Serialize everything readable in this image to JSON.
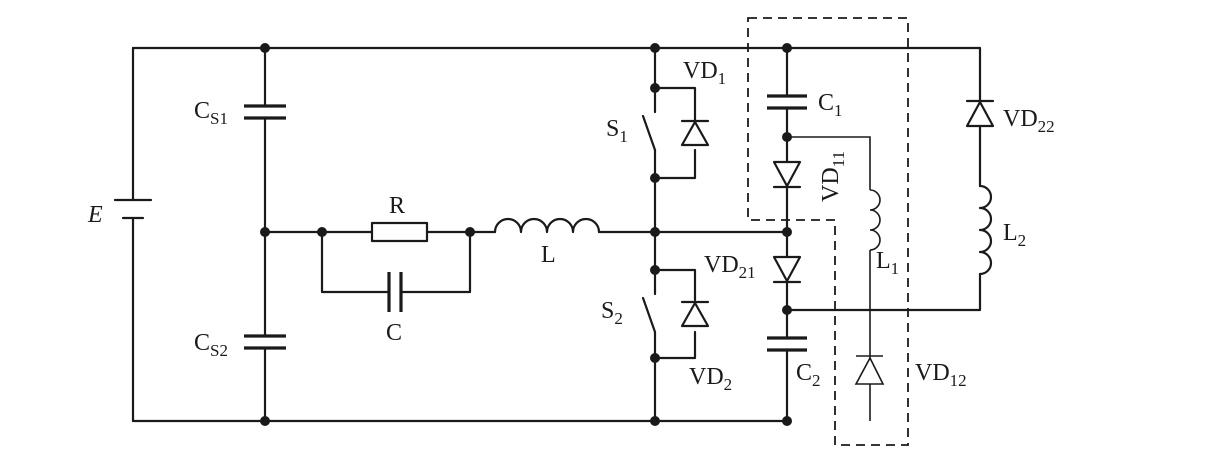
{
  "labels": {
    "source": "E",
    "cs1_main": "C",
    "cs1_sub": "S1",
    "cs2_main": "C",
    "cs2_sub": "S2",
    "r": "R",
    "l": "L",
    "c": "C",
    "s1_main": "S",
    "s1_sub": "1",
    "s2_main": "S",
    "s2_sub": "2",
    "vd1_main": "VD",
    "vd1_sub": "1",
    "vd2_main": "VD",
    "vd2_sub": "2",
    "c1_main": "C",
    "c1_sub": "1",
    "c2_main": "C",
    "c2_sub": "2",
    "vd11_main": "VD",
    "vd11_sub": "11",
    "vd21_main": "VD",
    "vd21_sub": "21",
    "vd12_main": "VD",
    "vd12_sub": "12",
    "vd22_main": "VD",
    "vd22_sub": "22",
    "l1_main": "L",
    "l1_sub": "1",
    "l2_main": "L",
    "l2_sub": "2"
  }
}
